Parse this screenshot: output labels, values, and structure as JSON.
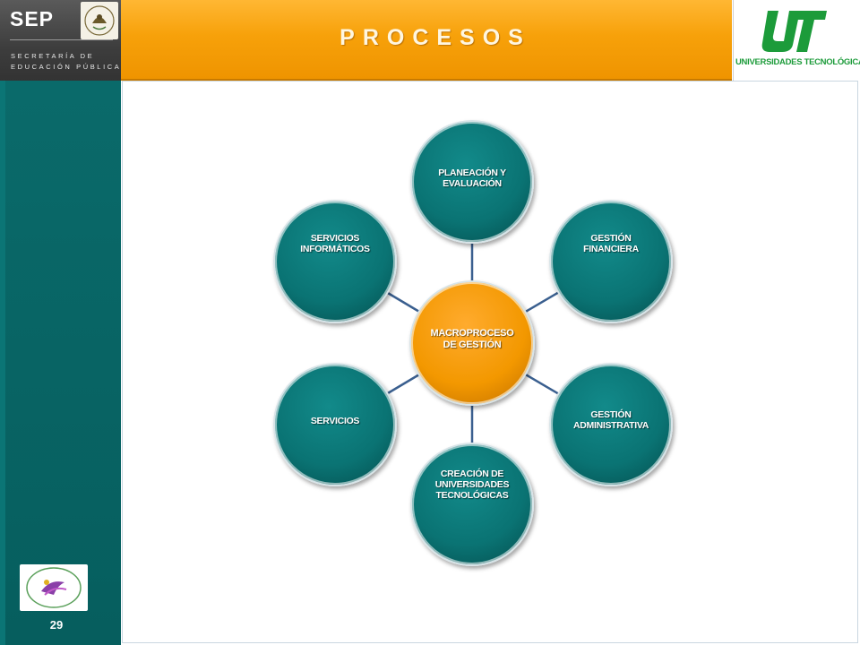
{
  "header": {
    "sep_title": "SEP",
    "sep_subtitle_line1": "SECRETARÍA DE",
    "sep_subtitle_line2": "EDUCACIÓN PÚBLICA",
    "title": "PROCESOS",
    "ut_logo_text": "UT",
    "ut_caption": "UNIVERSIDADES TECNOLÓGICAS"
  },
  "sidebar": {
    "page_number": "29"
  },
  "diagram": {
    "center": {
      "label": "MACROPROCESO\nDE GESTIÓN",
      "color": "#f39800"
    },
    "node_color": "#0c7b7b",
    "nodes": [
      {
        "label": "PLANEACIÓN  Y\nEVALUACIÓN"
      },
      {
        "label": "GESTIÓN\nFINANCIERA"
      },
      {
        "label": "GESTIÓN\nADMINISTRATIVA"
      },
      {
        "label": "CREACIÓN DE\nUNIVERSIDADES\nTECNOLÓGICAS"
      },
      {
        "label": "SERVICIOS"
      },
      {
        "label": "SERVICIOS\nINFORMÁTICOS"
      }
    ]
  },
  "colors": {
    "orange_bar": "#f7a10a",
    "teal_sidebar": "#065e5e",
    "ut_green": "#1c9b3a",
    "connector": "#3a5f8f"
  }
}
